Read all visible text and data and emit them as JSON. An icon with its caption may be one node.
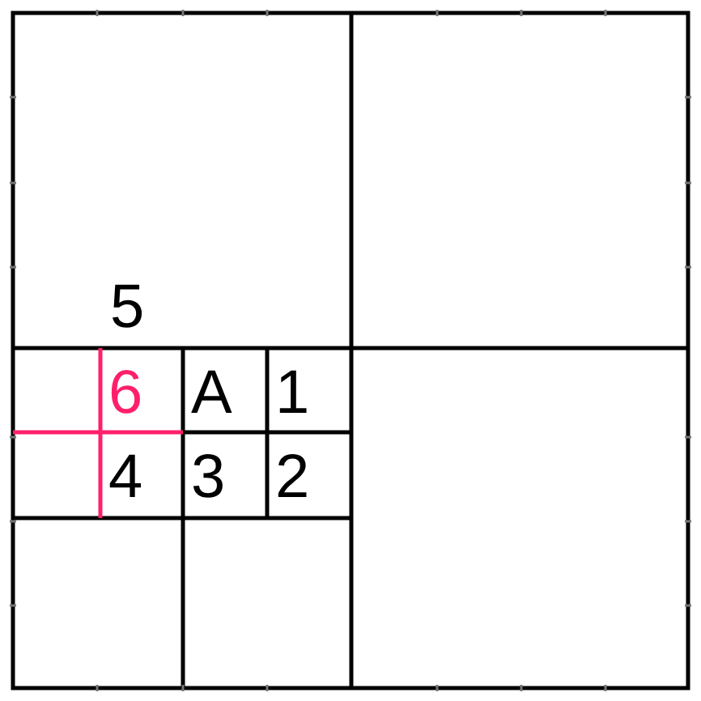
{
  "diagram": {
    "nodes": [
      {
        "text": [
          "6"
        ]
      },
      {
        "text": [
          "A"
        ]
      },
      {
        "text": [
          "1"
        ]
      },
      {
        "text": [
          "4"
        ]
      },
      {
        "text": [
          "3"
        ]
      },
      {
        "text": [
          "2"
        ]
      }
    ],
    "labels": [
      "5"
    ]
  }
}
